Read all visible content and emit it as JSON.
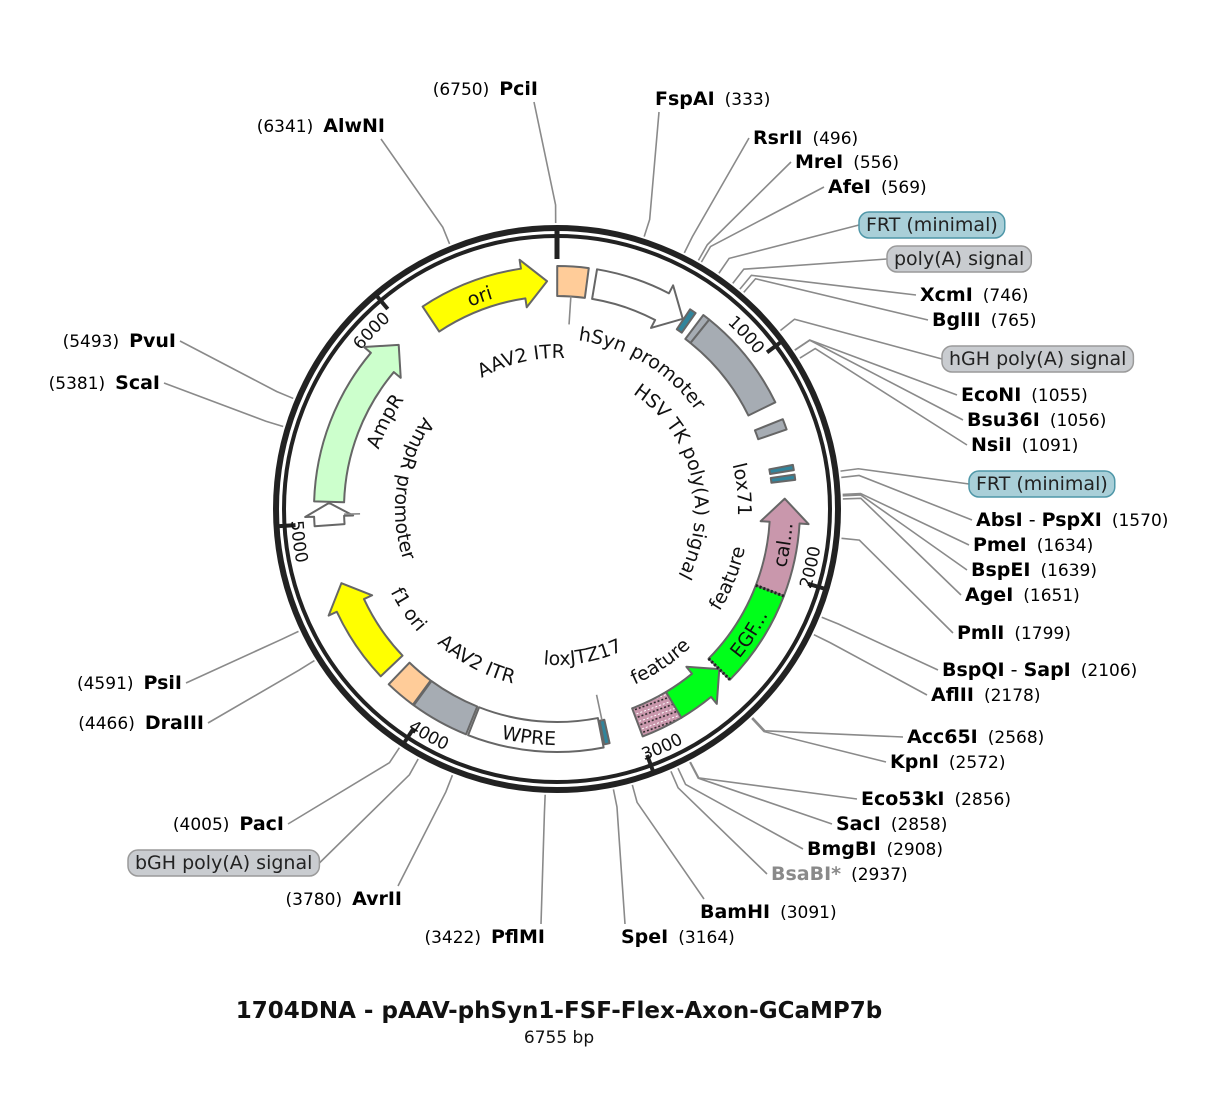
{
  "title": "1704DNA - pAAV-phSyn1-FSF-Flex-Axon-GCaMP7b",
  "length_label": "6755 bp",
  "length_bp": 6755,
  "ticks": [
    {
      "bp": 1000,
      "label": "1000"
    },
    {
      "bp": 2000,
      "label": "2000"
    },
    {
      "bp": 3000,
      "label": "3000"
    },
    {
      "bp": 4000,
      "label": "4000"
    },
    {
      "bp": 5000,
      "label": "5000"
    },
    {
      "bp": 6000,
      "label": "6000"
    }
  ],
  "colors": {
    "itr": "#ffcc99",
    "promoter": "#ffffff",
    "site": "#31849b",
    "polya": "#a6acb3",
    "cal": "#c997ac",
    "egf": "#00ff1a",
    "ori": "#ffff00",
    "ampr": "#ccffcc",
    "outline": "#666666",
    "frt_callout": "#a9cfd8",
    "gray_callout": "#c9ccd0"
  },
  "features": [
    {
      "label": "AAV2 ITR",
      "start": 1,
      "end": 141,
      "dir": "none",
      "color": "#ffcc99"
    },
    {
      "label": "hSyn promoter",
      "start": 178,
      "end": 628,
      "dir": "fwd",
      "color": "#ffffff"
    },
    {
      "label": "FRT (minimal)",
      "start": 632,
      "end": 662,
      "dir": "none",
      "color": "#31849b"
    },
    {
      "label": "poly(A) signal",
      "start": 695,
      "end": 728,
      "dir": "none",
      "color": "#a6acb3"
    },
    {
      "label": "hGH poly(A) signal",
      "start": 728,
      "end": 1200,
      "dir": "none",
      "color": "#a6acb3"
    },
    {
      "label": "HSV TK poly(A) signal",
      "start": 1282,
      "end": 1330,
      "dir": "none",
      "color": "#a6acb3"
    },
    {
      "label": "lox71",
      "start": 1490,
      "end": 1514,
      "dir": "none",
      "color": "#31849b"
    },
    {
      "label": "FRT (minimal)",
      "start": 1534,
      "end": 1558,
      "dir": "none",
      "color": "#31849b"
    },
    {
      "label": "cal...",
      "start": 1640,
      "end": 2083,
      "dir": "rev",
      "color": "#c997ac"
    },
    {
      "label": "EGF...",
      "start": 2083,
      "end": 2526,
      "dir": "none",
      "color": "#00ff1a"
    },
    {
      "label": "feature",
      "start": 2526,
      "end": 2800,
      "dir": "rev",
      "color": "#00ff1a"
    },
    {
      "label": "feature",
      "start": 2800,
      "end": 2990,
      "dir": "none",
      "color": "#c997ac"
    },
    {
      "label": "loxJTZ17",
      "start": 3140,
      "end": 3164,
      "dir": "none",
      "color": "#31849b"
    },
    {
      "label": "WPRE",
      "start": 3170,
      "end": 3780,
      "dir": "none",
      "color": "#ffffff"
    },
    {
      "label": "bGH poly(A) signal",
      "start": 3790,
      "end": 4055,
      "dir": "none",
      "color": "#a6acb3"
    },
    {
      "label": "AAV2 ITR",
      "start": 4060,
      "end": 4200,
      "dir": "none",
      "color": "#ffcc99"
    },
    {
      "label": "f1 ori",
      "start": 4250,
      "end": 4710,
      "dir": "fwd",
      "color": "#ffff00"
    },
    {
      "label": "AmpR promoter",
      "start": 4990,
      "end": 5095,
      "dir": "fwd",
      "color": "#ffffff"
    },
    {
      "label": "AmpR",
      "start": 5100,
      "end": 5930,
      "dir": "fwd",
      "color": "#ccffcc"
    },
    {
      "label": "ori",
      "start": 6125,
      "end": 6708,
      "dir": "fwd",
      "color": "#ffff00"
    }
  ],
  "enzymes": [
    {
      "name": "FspAI",
      "pos": "(333)"
    },
    {
      "name": "RsrII",
      "pos": "(496)"
    },
    {
      "name": "MreI",
      "pos": "(556)"
    },
    {
      "name": "AfeI",
      "pos": "(569)"
    },
    {
      "name": "XcmI",
      "pos": "(746)"
    },
    {
      "name": "BglII",
      "pos": "(765)"
    },
    {
      "name": "EcoNI",
      "pos": "(1055)"
    },
    {
      "name": "Bsu36I",
      "pos": "(1056)"
    },
    {
      "name": "NsiI",
      "pos": "(1091)"
    },
    {
      "name": "AbsI",
      "sep": " - ",
      "alt_name": "PspXI",
      "pos": "(1570)"
    },
    {
      "name": "PmeI",
      "pos": "(1634)"
    },
    {
      "name": "BspEI",
      "pos": "(1639)"
    },
    {
      "name": "AgeI",
      "pos": "(1651)"
    },
    {
      "name": "PmlI",
      "pos": "(1799)"
    },
    {
      "name": "BspQI",
      "sep": " - ",
      "alt_name": "SapI",
      "pos": "(2106)"
    },
    {
      "name": "AflII",
      "pos": "(2178)"
    },
    {
      "name": "Acc65I",
      "pos": "(2568)"
    },
    {
      "name": "KpnI",
      "pos": "(2572)"
    },
    {
      "name": "Eco53kI",
      "pos": "(2856)"
    },
    {
      "name": "SacI",
      "pos": "(2858)"
    },
    {
      "name": "BmgBI",
      "pos": "(2908)"
    },
    {
      "name": "BsaBI*",
      "pos": "(2937)",
      "muted": true
    },
    {
      "name": "BamHI",
      "pos": "(3091)"
    },
    {
      "name": "SpeI",
      "pos": "(3164)"
    },
    {
      "name": "PciI",
      "pos": "(6750)"
    },
    {
      "name": "AlwNI",
      "pos": "(6341)"
    },
    {
      "name": "PvuI",
      "pos": "(5493)"
    },
    {
      "name": "ScaI",
      "pos": "(5381)"
    },
    {
      "name": "PsiI",
      "pos": "(4591)"
    },
    {
      "name": "DraIII",
      "pos": "(4466)"
    },
    {
      "name": "PacI",
      "pos": "(4005)"
    },
    {
      "name": "AvrII",
      "pos": "(3780)"
    },
    {
      "name": "PflMI",
      "pos": "(3422)"
    }
  ],
  "callouts": [
    {
      "label": "FRT (minimal)",
      "feature": 2,
      "style": "frt"
    },
    {
      "label": "poly(A) signal",
      "feature": 3,
      "style": "gray"
    },
    {
      "label": "hGH poly(A) signal",
      "feature": 4,
      "style": "gray"
    },
    {
      "label": "FRT (minimal)",
      "feature": 7,
      "style": "frt"
    },
    {
      "label": "bGH poly(A) signal",
      "feature": 14,
      "style": "gray"
    }
  ]
}
